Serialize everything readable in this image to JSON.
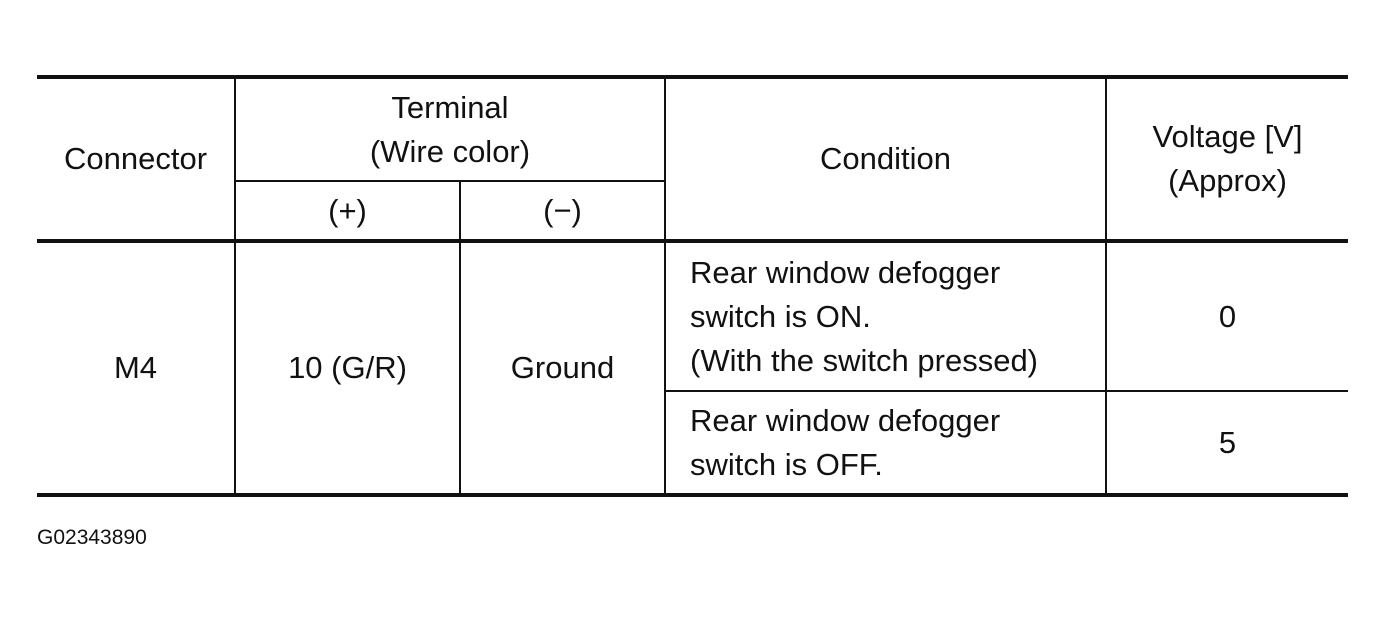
{
  "table": {
    "headers": {
      "connector": "Connector",
      "terminal": "Terminal",
      "terminal_sub": "(Wire color)",
      "plus": "(+)",
      "minus": "(−)",
      "condition": "Condition",
      "voltage": "Voltage [V]",
      "voltage_sub": "(Approx)"
    },
    "row": {
      "connector": "M4",
      "plus_terminal": "10 (G/R)",
      "minus_terminal": "Ground",
      "conditions": [
        {
          "lines": [
            "Rear window defogger",
            "switch is ON.",
            "(With the switch pressed)"
          ],
          "voltage": "0"
        },
        {
          "lines": [
            "Rear window defogger",
            "switch is OFF."
          ],
          "voltage": "5"
        }
      ]
    }
  },
  "figure_id": "G02343890"
}
